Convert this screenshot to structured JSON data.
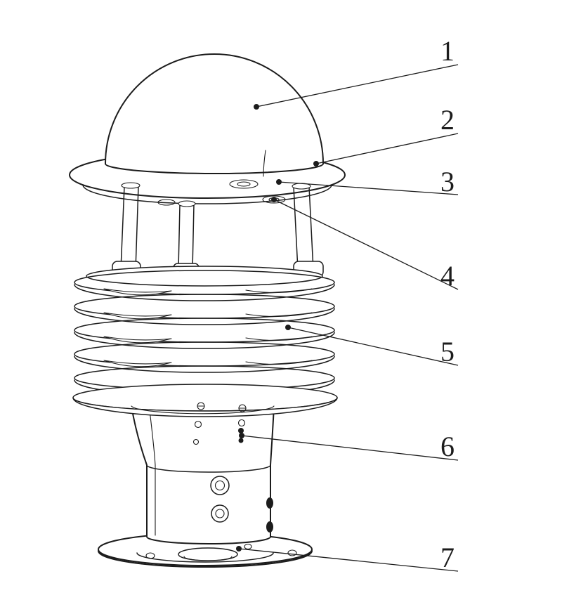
{
  "figure": {
    "background": "#ffffff",
    "line_color": "#1c1c1c"
  },
  "callouts": [
    {
      "label": "1"
    },
    {
      "label": "2"
    },
    {
      "label": "3"
    },
    {
      "label": "4"
    },
    {
      "label": "5"
    },
    {
      "label": "6"
    },
    {
      "label": "7"
    }
  ]
}
